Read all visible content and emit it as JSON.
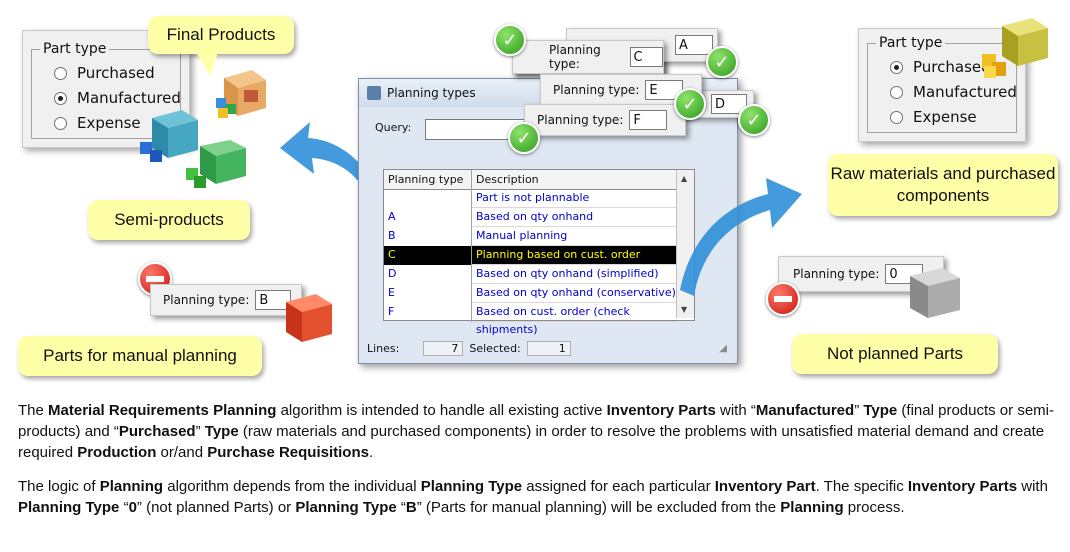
{
  "left_part_type": {
    "legend": "Part type",
    "options": [
      "Purchased",
      "Manufactured",
      "Expense"
    ],
    "selected": "Manufactured"
  },
  "right_part_type": {
    "legend": "Part type",
    "options": [
      "Purchased",
      "Manufactured",
      "Expense"
    ],
    "selected": "Purchased"
  },
  "callouts": {
    "final_products": "Final Products",
    "semi_products": "Semi-products",
    "manual_parts": "Parts for manual planning",
    "raw_materials": "Raw materials and purchased components",
    "not_planned": "Not planned Parts"
  },
  "planning_boxes": {
    "label": "Planning type:",
    "manual_value": "B",
    "not_planned_value": "0",
    "c_value": "C",
    "a_value": "A",
    "e_value": "E",
    "d_value": "D",
    "f_value": "F"
  },
  "window": {
    "title": "Planning types",
    "query_label": "Query:",
    "query_value": "",
    "columns": [
      "Planning type",
      "Description"
    ],
    "rows": [
      {
        "type": "",
        "desc": "Part is not plannable"
      },
      {
        "type": "A",
        "desc": "Based on qty onhand"
      },
      {
        "type": "B",
        "desc": "Manual planning"
      },
      {
        "type": "C",
        "desc": "Planning based on cust. order"
      },
      {
        "type": "D",
        "desc": "Based on qty onhand (simplified)"
      },
      {
        "type": "E",
        "desc": "Based on qty onhand (conservative)"
      },
      {
        "type": "F",
        "desc": "Based on cust. order (check shipments)"
      }
    ],
    "selected_row": 3,
    "status": {
      "lines_label": "Lines:",
      "lines_value": "7",
      "selected_label": "Selected:",
      "selected_value": "1"
    }
  },
  "paragraphs": {
    "p1": [
      {
        "t": "The ",
        "b": false
      },
      {
        "t": "Material Requirements Planning",
        "b": true
      },
      {
        "t": " algorithm is intended to handle all existing active ",
        "b": false
      },
      {
        "t": "Inventory Parts",
        "b": true
      },
      {
        "t": " with “",
        "b": false
      },
      {
        "t": "Manufactured",
        "b": true
      },
      {
        "t": "” ",
        "b": false
      },
      {
        "t": "Type",
        "b": true
      },
      {
        "t": " (final products or semi-products) and “",
        "b": false
      },
      {
        "t": "Purchased",
        "b": true
      },
      {
        "t": "” ",
        "b": false
      },
      {
        "t": "Type",
        "b": true
      },
      {
        "t": " (raw materials and purchased components) in order to resolve the problems with unsatisfied material demand and create required ",
        "b": false
      },
      {
        "t": "Production",
        "b": true
      },
      {
        "t": " or/and ",
        "b": false
      },
      {
        "t": "Purchase Requisitions",
        "b": true
      },
      {
        "t": ".",
        "b": false
      }
    ],
    "p2": [
      {
        "t": "The logic of ",
        "b": false
      },
      {
        "t": "Planning",
        "b": true
      },
      {
        "t": " algorithm depends from the individual ",
        "b": false
      },
      {
        "t": "Planning Type",
        "b": true
      },
      {
        "t": " assigned for each particular ",
        "b": false
      },
      {
        "t": "Inventory Part",
        "b": true
      },
      {
        "t": ".  The specific ",
        "b": false
      },
      {
        "t": "Inventory Parts",
        "b": true
      },
      {
        "t": " with ",
        "b": false
      },
      {
        "t": "Planning Type",
        "b": true
      },
      {
        "t": " “",
        "b": false
      },
      {
        "t": "0",
        "b": true
      },
      {
        "t": "” (not planned Parts) or ",
        "b": false
      },
      {
        "t": "Planning Type",
        "b": true
      },
      {
        "t": " “",
        "b": false
      },
      {
        "t": "B",
        "b": true
      },
      {
        "t": "” (Parts for manual planning) will be excluded from the ",
        "b": false
      },
      {
        "t": "Planning",
        "b": true
      },
      {
        "t": " process.",
        "b": false
      }
    ]
  },
  "colors": {
    "callout": "#ffffa8",
    "arrow": "#2f8fd8",
    "selected_row": "#000000",
    "selected_text": "#ffff00",
    "link_text": "#0000cc"
  }
}
